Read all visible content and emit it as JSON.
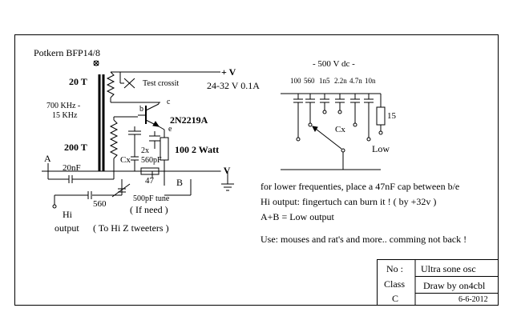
{
  "core": {
    "label": "Potkern BFP14/8"
  },
  "primary_winding": {
    "turns": "20 T"
  },
  "secondary_winding": {
    "turns": "200 T"
  },
  "frequency": {
    "label_line1": "700 KHz -",
    "label_line2": "15 KHz"
  },
  "test_crossit": {
    "label": "Test crossit"
  },
  "supply": {
    "plus_label": "+ V",
    "voltage_label": "24-32 V 0.1A"
  },
  "transistor": {
    "name": "2N2219A",
    "pin_b": "b",
    "pin_c": "c",
    "pin_e": "e"
  },
  "resistor_emitter": {
    "label": "100 2 Watt"
  },
  "cap_2x": {
    "label_line1": "2x",
    "label_line2": "560pF"
  },
  "cx_left": {
    "label": "Cx"
  },
  "resistor_47": {
    "label": "47"
  },
  "minus_v": {
    "label": "- V"
  },
  "point_a": {
    "label": "A"
  },
  "point_b": {
    "label": "B"
  },
  "cap_20nf": {
    "label": "20nF"
  },
  "cap_560": {
    "label": "560"
  },
  "cap_tune": {
    "label": "500pF tune"
  },
  "if_need": {
    "label": "( If need )"
  },
  "hi_output": {
    "line1": "Hi",
    "line2": "output"
  },
  "tweeters_note": {
    "label": "( To Hi Z tweeters )"
  },
  "switch_bank": {
    "title": "- 500 V dc -",
    "cap_values": [
      "100",
      "560",
      "1n5",
      "2.2n",
      "4.7n",
      "10n"
    ],
    "cx_label": "Cx",
    "resistor_label": "15",
    "low_label": "Low"
  },
  "notes": {
    "line1": "for lower frequenties, place a 47nF cap between b/e",
    "line2": "Hi output: fingertuch can burn it ! ( by +32v )",
    "line3": "A+B = Low output",
    "line4": "Use: mouses and rat's and more.. comming not back !"
  },
  "title_block": {
    "no_label": "No :",
    "class_label": "Class",
    "class_value": "C",
    "title": "Ultra sone  osc",
    "author": "Draw by on4cbl",
    "date": "6-6-2012"
  }
}
